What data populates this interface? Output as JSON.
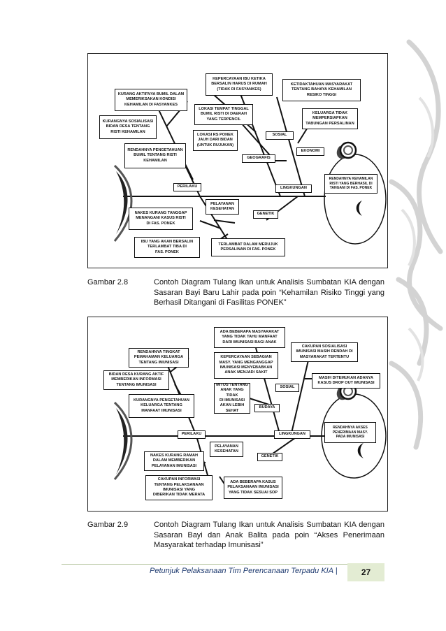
{
  "figure1": {
    "boxes": [
      "KEPERCAYAAN IBU KETIKA\nBERSALIN HARUS DI RUMAH\n(TIDAK DI FASYANKES)",
      "KETIDAKTAHUAN MASYARAKAT\nTENTANG BAHAYA KEHAMILAN\nRESIKO TINGGI",
      "KURANG AKTIFNYA BUMIL DALAM\nMEMERIKSAKAN KONDISI\nKEHAMILAN DI FASYANKES",
      "LOKASI TEMPAT TINGGAL\nBUMIL RISTI DI DAERAH\nYANG TERPENCIL",
      "KELUARGA TIDAK\nMEMPERSIAPKAN\nTABUNGAN PERSALINAN",
      "KURANGNYA SOSIALISASI\nBIDAN DESA TENTANG\nRISTI KEHAMILAN",
      "LOKASI RS PONEK\nJAUH DARI BIDAN\n(UNTUK RUJUKAN)",
      "SOSIAL",
      "RENDAHNYA PENGETAHUAN\nBUMIL TENTANG RISTI\nKEHAMILAN",
      "EKONOMI",
      "GEOGRAFIS",
      "RENDAHNYA KEHAMILAN\nRISTI YANG BERHASIL DI\nTANGANI DI FAS. PONEK",
      "PERILAKU",
      "LINGKUNGAN",
      "PELAYANAN\nKESEHATAN",
      "NAKES KURANG TANGGAP\nMENANGANI KASUS RISTI\nDI FAS. PONEK",
      "GENETIK",
      "IBU YANG AKAN BERSALIN\nTERLAMBAT TIBA DI\nFAS. PONEK",
      "TERLAMBAT DALAM MERUJUK\nPERSALINAN DI FAS. PONEK"
    ]
  },
  "figure2": {
    "boxes": [
      "ADA BEBERAPA MASYARAKAT\nYANG TIDAK TAHU MANFAAT\nDARI IMUNISASI BAGI ANAK",
      "CAKUPAN SOSIALISASI\nIMUNISASI MASIH RENDAH DI\nMASYARAKAT TERTENTU",
      "RENDAHNYA TINGKAT\nPEMAHAMAN KELUARGA\nTENTANG IMUNISASI",
      "KEPERCAYAAN SEBAGIAN\nMASY. YANG MENGANGGAP\nIMUNISASI MENYEBABKAN\nANAK MENJADI SAKIT",
      "BIDAN DESA KURANG AKTIF\nMEMBERIKAN INFORMASI\nTENTANG IMUNISASI",
      "SOSIAL",
      "MASIH DITEMUKAN ADANYA\nKASUS DROP OUT IMUNISASI",
      "MITOS TENTANG\nANAK YANG TIDAK\nDI IMUNISASI\nAKAN LEBIH\nSEHAT",
      "KURANGNYA PENGETAHUAN\nKELUARGA TENTANG\nMANFAAT IMUNISASI",
      "BUDAYA",
      "RENDAHNYA AKSES\nPENERIMAAN MASY.\nPADA IMUNISASI",
      "PERILAKU",
      "LINGKUNGAN",
      "PELAYANAN\nKESEHATAN",
      "NAKES KURANG RAMAH\nDALAM MEMBERIKAN\nPELAYANAN IMUNISASI",
      "GENETIK",
      "CAKUPAN INFORMASI\nTENTANG PELAKSANAAN\nIMUNISASI YANG\nDIBERIKAN TIDAK MERATA",
      "ADA BEBERAPA KASUS\nPELAKSANAAN IMUNISASI\nYANG TIDAK SESUAI SOP"
    ]
  },
  "caption1": {
    "label": "Gambar 2.8",
    "text": "Contoh Diagram Tulang Ikan untuk Analisis Sumbatan KIA dengan Sasaran Bayi Baru Lahir pada poin “Kehamilan Risiko Tinggi yang Berhasil Ditangani di Fasilitas PONEK”"
  },
  "caption2": {
    "label": "Gambar 2.9",
    "text": "Contoh Diagram Tulang Ikan untuk Analisis Sumbatan KIA dengan Sasaran Bayi dan Anak Balita pada poin “Akses Penerimaan Masyarakat terhadap Imunisasi”"
  },
  "footer": {
    "title": "Petunjuk Pelaksanaan Tim Perencanaan Terpadu KIA |",
    "page": "27"
  },
  "colors": {
    "footer_text": "#1f3b70",
    "page_box": "#e3ecd3",
    "decoration": "#d0d0d0"
  }
}
